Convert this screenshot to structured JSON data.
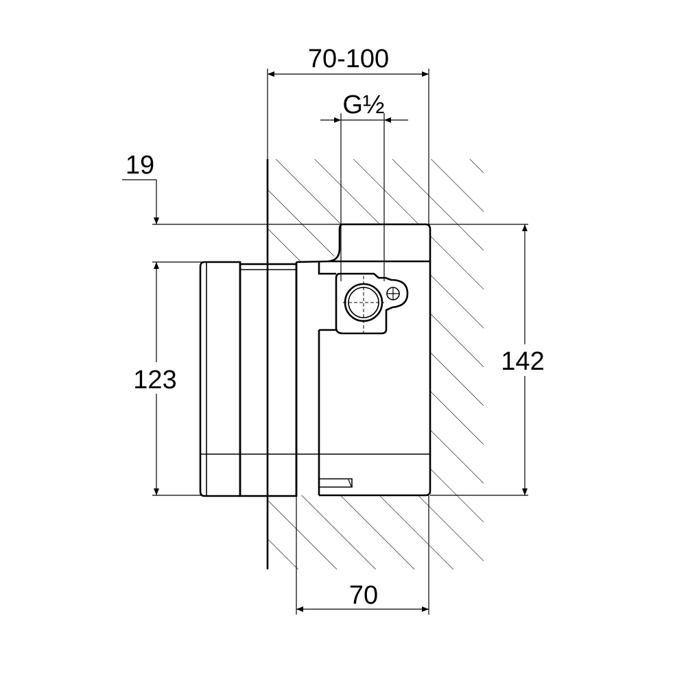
{
  "drawing": {
    "dimensions": {
      "wall_depth_range": "70-100",
      "thread_size": "G½",
      "offset": "19",
      "cover_height": "123",
      "body_height": "142",
      "body_depth": "70"
    },
    "colors": {
      "line": "#000000",
      "background": "#ffffff"
    }
  }
}
